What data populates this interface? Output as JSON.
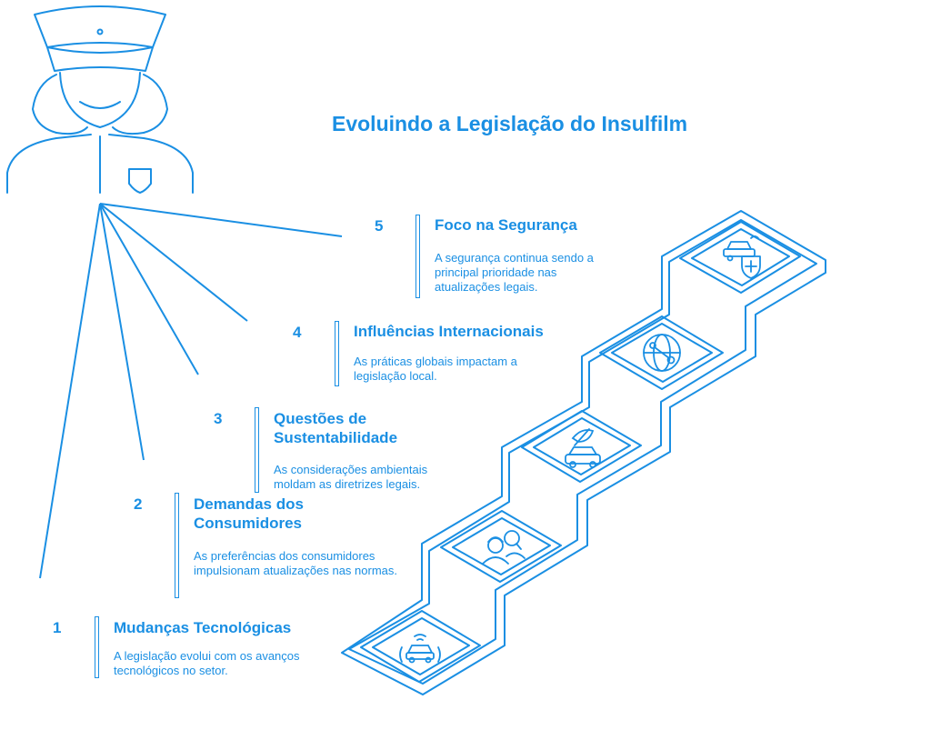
{
  "title": "Evoluindo a Legislação do Insulfilm",
  "colors": {
    "accent": "#1a8fe3",
    "background": "#ffffff"
  },
  "figure": {
    "name": "traffic-officer",
    "icon": "officer-icon"
  },
  "steps": [
    {
      "number": "1",
      "heading": "Mudanças Tecnológicas",
      "description": "A legislação evolui com os avanços tecnológicos no setor.",
      "icon": "car-signal-icon"
    },
    {
      "number": "2",
      "heading": "Demandas dos Consumidores",
      "description": "As preferências dos consumidores impulsionam atualizações nas normas.",
      "icon": "people-icon"
    },
    {
      "number": "3",
      "heading": "Questões de Sustentabilidade",
      "description": "As considerações ambientais moldam as diretrizes legais.",
      "icon": "eco-car-icon"
    },
    {
      "number": "4",
      "heading": "Influências Internacionais",
      "description": "As práticas globais impactam a legislação local.",
      "icon": "globe-network-icon"
    },
    {
      "number": "5",
      "heading": "Foco na Segurança",
      "description": "A segurança continua sendo a principal prioridade nas atualizações legais.",
      "icon": "car-shield-icon"
    }
  ]
}
